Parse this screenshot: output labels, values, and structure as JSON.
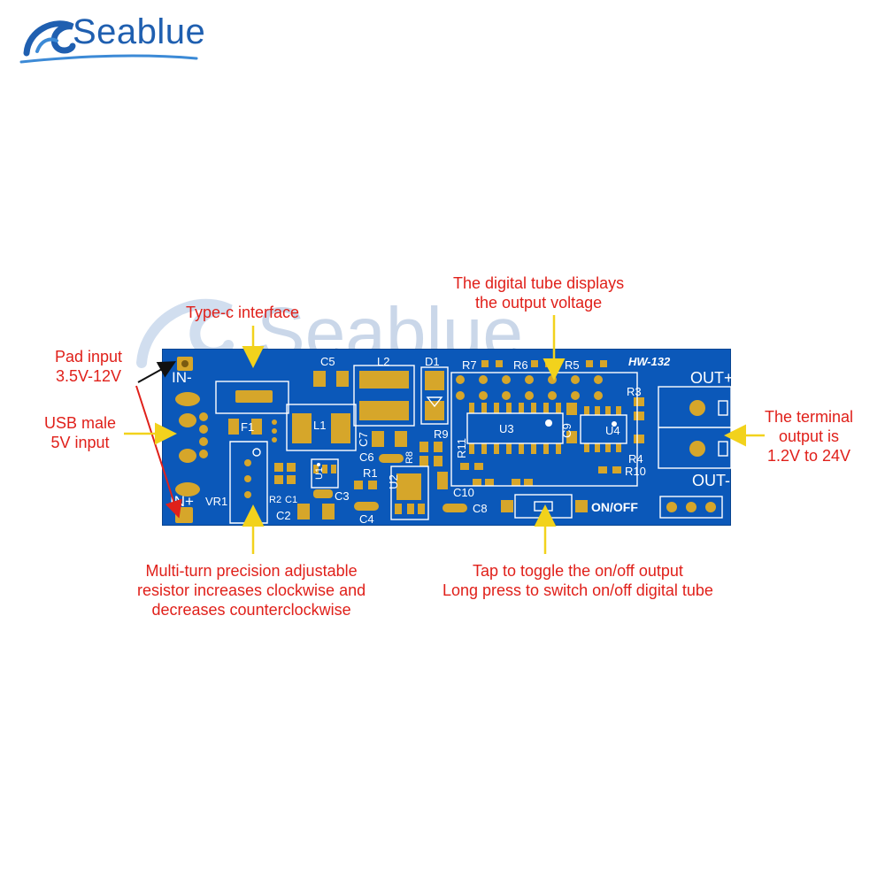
{
  "brand": {
    "logo_text": "Seablue",
    "watermark_text": "Seablue"
  },
  "callouts": {
    "typec": "Type-c interface",
    "digital_tube_line1": "The digital tube displays",
    "digital_tube_line2": "the output voltage",
    "pad_input_line1": "Pad input",
    "pad_input_line2": "3.5V-12V",
    "usb_line1": "USB male",
    "usb_line2": "5V input",
    "terminal_line1": "The terminal",
    "terminal_line2": "output is",
    "terminal_line3": "1.2V to 24V",
    "resistor_line1": "Multi-turn precision adjustable",
    "resistor_line2": "resistor increases clockwise and",
    "resistor_line3": "decreases counterclockwise",
    "toggle_line1": "Tap to toggle the on/off output",
    "toggle_line2": "Long press to switch on/off digital tube"
  },
  "board": {
    "model": "HW-132",
    "in_minus": "IN-",
    "in_plus": "IN+",
    "out_plus": "OUT+",
    "out_minus": "OUT-",
    "on_off": "ON/OFF",
    "labels": {
      "c5": "C5",
      "l2": "L2",
      "d1": "D1",
      "r7": "R7",
      "r6": "R6",
      "r5": "R5",
      "r3": "R3",
      "f1": "F1",
      "l1": "L1",
      "c7": "C7",
      "r9": "R9",
      "u3": "U3",
      "u4": "U4",
      "c9": "C9",
      "r11": "R11",
      "r4": "R4",
      "r10": "R10",
      "c6": "C6",
      "r8": "R8",
      "u1": "U1",
      "r1": "R1",
      "u2": "U2",
      "vr1": "VR1",
      "r2": "R2",
      "c1": "C1",
      "c3": "C3",
      "c2": "C2",
      "c4": "C4",
      "c10": "C10",
      "c8": "C8"
    }
  },
  "colors": {
    "pcb": "#0b58b9",
    "pad": "#d6a62a",
    "callout": "#e0201a",
    "arrow": "#f2d21c",
    "brand": "#1f5fb0"
  }
}
